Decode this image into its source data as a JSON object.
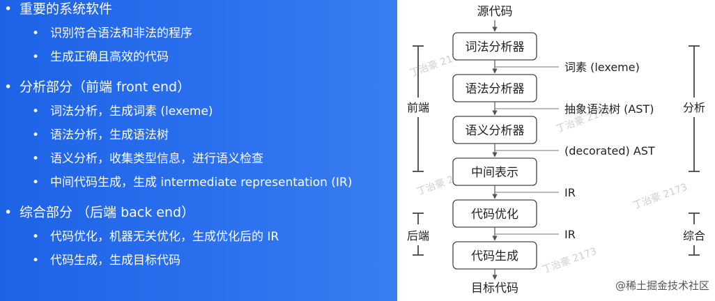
{
  "left_panel": {
    "sections": [
      {
        "title": "重要的系统软件",
        "items": [
          "识别符合语法和非法的程序",
          "生成正确且高效的代码"
        ]
      },
      {
        "title": "分析部分（前端 front end）",
        "items": [
          "词法分析，生成词素 (lexeme)",
          "语法分析，生成语法树",
          "语义分析，收集类型信息，进行语义检查",
          "中间代码生成，生成 intermediate representation (IR)"
        ]
      },
      {
        "title": "综合部分 （后端 back end）",
        "items": [
          "代码优化，机器无关优化，生成优化后的 IR",
          "代码生成，生成目标代码"
        ]
      }
    ]
  },
  "diagram": {
    "source": "源代码",
    "target": "目标代码",
    "boxes": [
      "词法分析器",
      "语法分析器",
      "语义分析器",
      "中间表示",
      "代码优化",
      "代码生成"
    ],
    "edge_labels": [
      "词素 (lexeme)",
      "抽象语法树 (AST)",
      "(decorated) AST",
      "IR",
      "IR"
    ],
    "front_end_label": "前端",
    "back_end_label": "后端",
    "analysis_label": "分析",
    "synthesis_label": "综合",
    "watermark": "丁治豪 2173",
    "footer": "@稀土掘金技术社区"
  }
}
